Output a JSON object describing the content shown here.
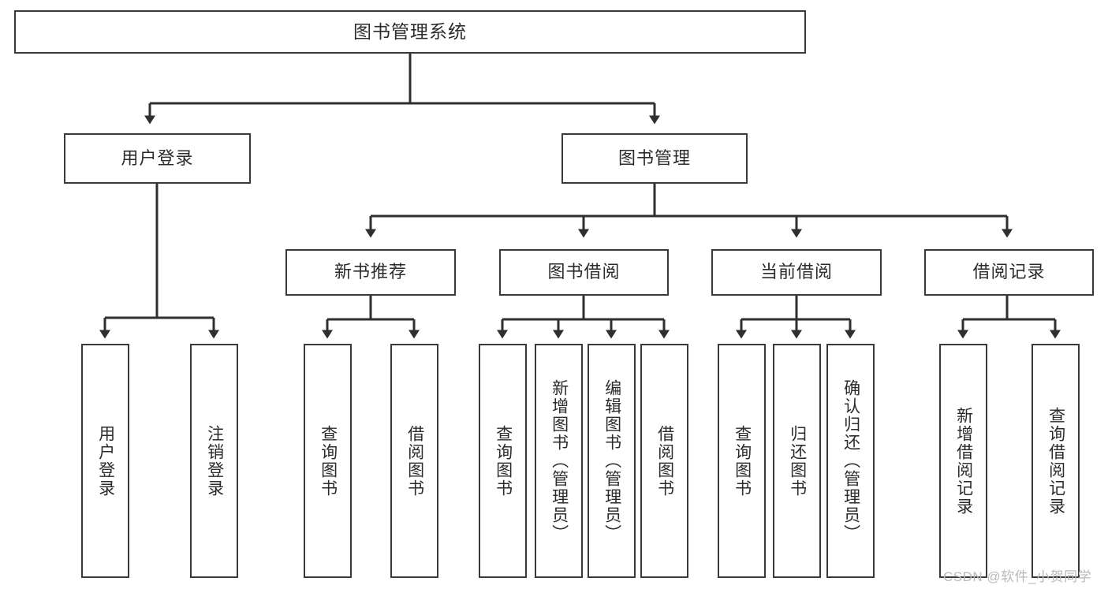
{
  "diagram": {
    "title": "图书管理系统",
    "type": "tree-hierarchy-diagram",
    "colors": {
      "box_border": "#3a3a3a",
      "box_fill": "#ffffff",
      "connector": "#2f2f2f",
      "text": "#2b2b2b",
      "background": "#ffffff",
      "watermark": "#b9b9b9"
    },
    "root": {
      "label": "图书管理系统"
    },
    "level2": [
      {
        "label": "用户登录"
      },
      {
        "label": "图书管理"
      }
    ],
    "level3": [
      {
        "label": "新书推荐"
      },
      {
        "label": "图书借阅"
      },
      {
        "label": "当前借阅"
      },
      {
        "label": "借阅记录"
      }
    ],
    "leaves": {
      "user_login": [
        {
          "label": "用户登录"
        },
        {
          "label": "注销登录"
        }
      ],
      "new_book_recommend": [
        {
          "label": "查询图书"
        },
        {
          "label": "借阅图书"
        }
      ],
      "book_borrow": [
        {
          "label": "查询图书"
        },
        {
          "label": "新增图书（管理员）"
        },
        {
          "label": "编辑图书（管理员）"
        },
        {
          "label": "借阅图书"
        }
      ],
      "current_borrow": [
        {
          "label": "查询图书"
        },
        {
          "label": "归还图书"
        },
        {
          "label": "确认归还（管理员）"
        }
      ],
      "borrow_record": [
        {
          "label": "新增借阅记录"
        },
        {
          "label": "查询借阅记录"
        }
      ]
    }
  },
  "watermark": {
    "text": "CSDN @软件_小贺同学"
  }
}
